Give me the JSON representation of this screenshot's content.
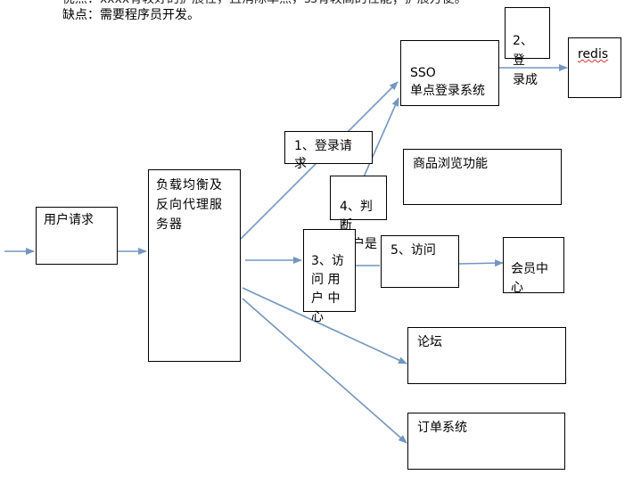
{
  "header": {
    "line1": "优点：xxxx有较好的扩展性，且消除单点，ss有较高的性能；扩展方便。",
    "line2": "缺点：需要程序员开发。"
  },
  "nodes": {
    "user_request": "用户请求",
    "load_balancer": "负载均衡及反向代理服务器",
    "sso": "SSO\n单点登录系统",
    "redis": "redis",
    "login_success": "2、登\n录成",
    "product_browse": "商品浏览功能",
    "login_request": "1、登录请求",
    "judge_user": "4、判断\n用户是",
    "visit_user_center": "3、访\n问 用\n户 中\n心",
    "visit": "5、访问",
    "member_center": "会员中\n心",
    "forum": "论坛",
    "order_system": "订单系统"
  },
  "colors": {
    "arrow": "#7396c0",
    "box_border": "#000000"
  }
}
